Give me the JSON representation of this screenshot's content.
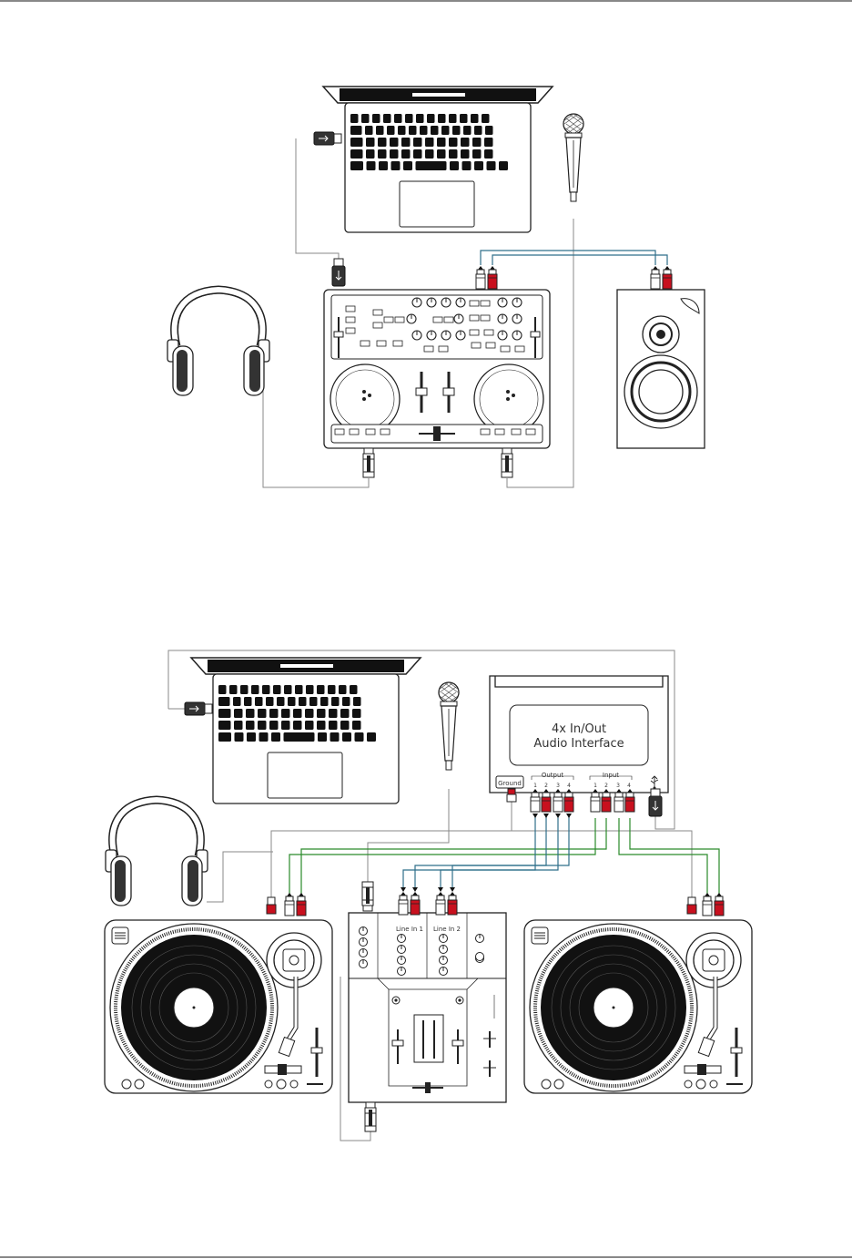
{
  "interface": {
    "title_line1": "4x In/Out",
    "title_line2": "Audio Interface",
    "ground_label": "Ground",
    "output_label": "Output",
    "input_label": "Input",
    "output_channels": [
      "1",
      "2",
      "3",
      "4"
    ],
    "input_channels": [
      "1",
      "2",
      "3",
      "4"
    ],
    "usb_symbol": "⭍"
  },
  "mixer": {
    "line_in_1": "Line In 1",
    "line_in_2": "Line In 2"
  },
  "colors": {
    "rca_red": "#c8101e",
    "wire_blue": "#2f6f8a",
    "wire_green": "#2a8a2a",
    "wire_gray": "#8a8a8a",
    "ink": "#222222"
  },
  "icons": [
    "laptop-icon",
    "usb-plug-icon",
    "microphone-icon",
    "headphones-icon",
    "dj-controller-icon",
    "speaker-icon",
    "turntable-icon",
    "dj-mixer-icon",
    "audio-interface-icon",
    "rca-plug-icon",
    "jack-plug-icon"
  ]
}
